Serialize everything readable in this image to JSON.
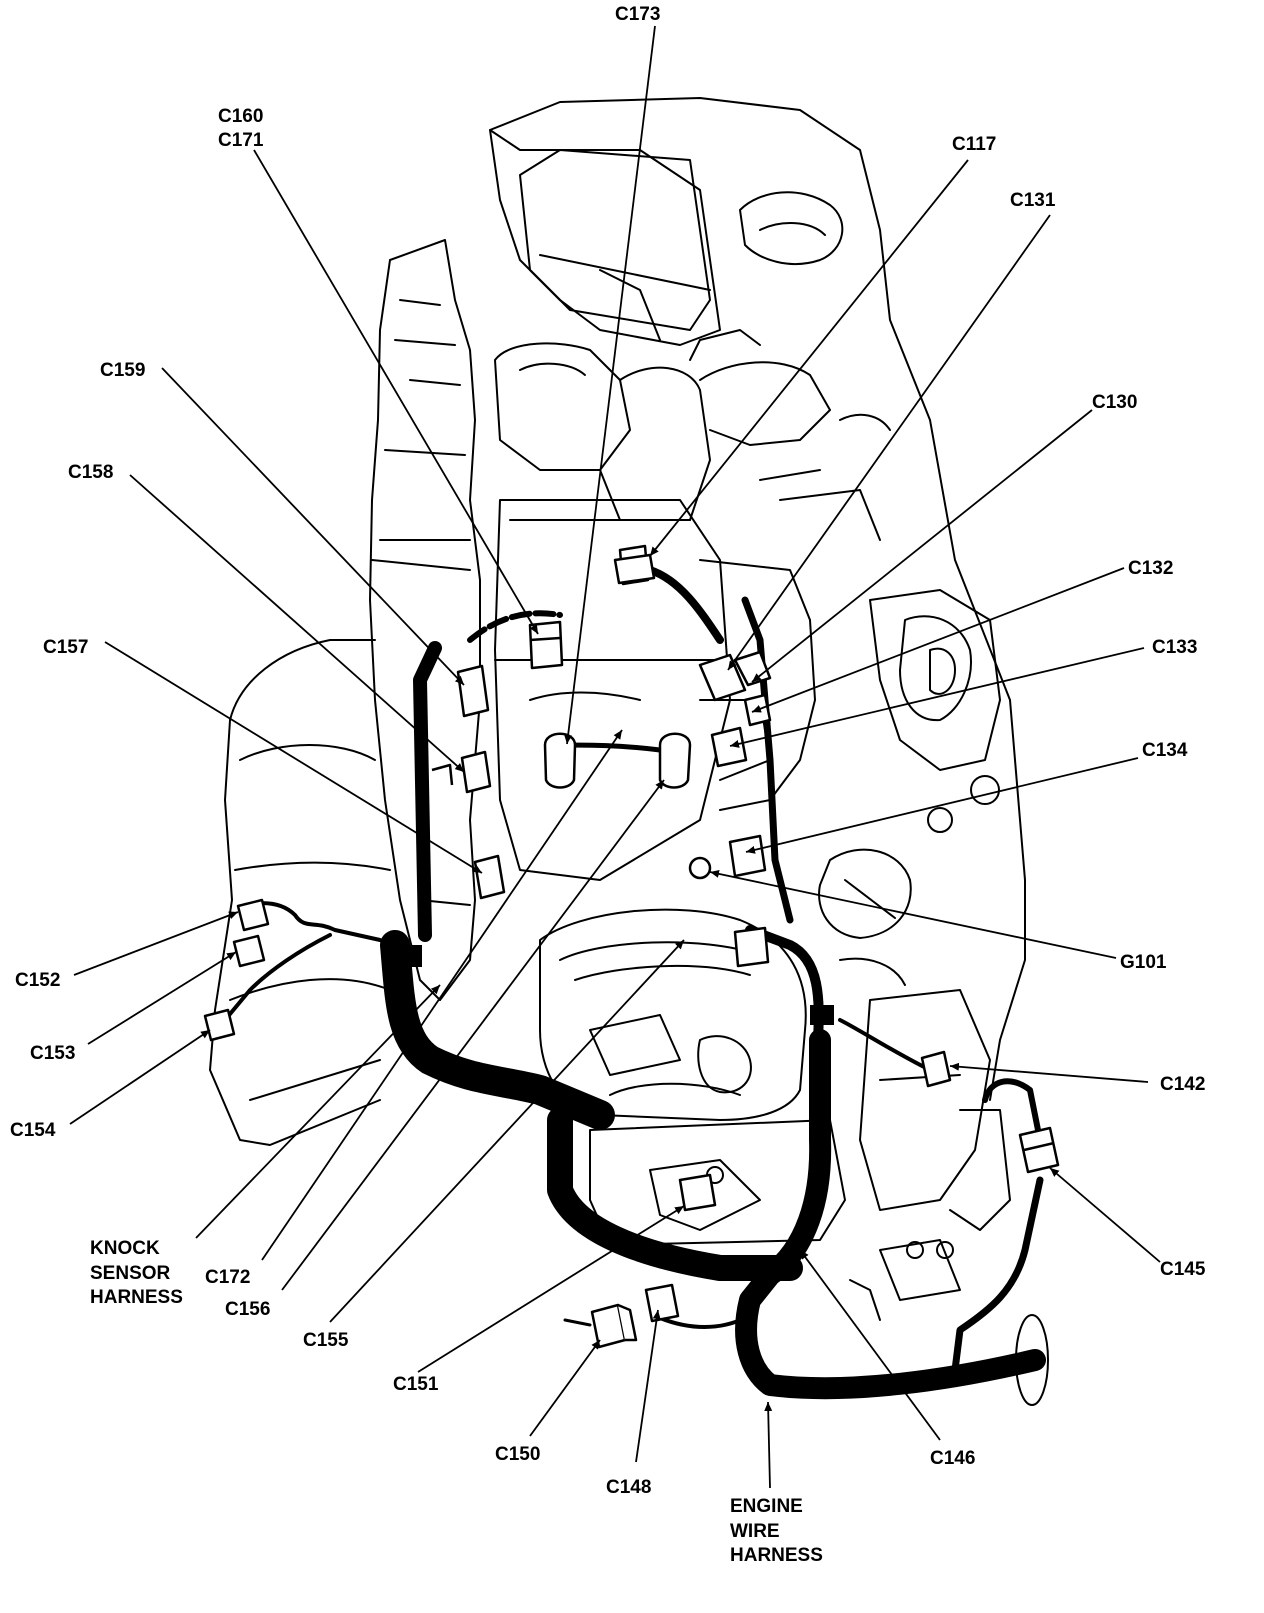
{
  "labels": {
    "c173": "C173",
    "c160_top": "C160",
    "c171": "C171",
    "c117": "C117",
    "c131": "C131",
    "c159": "C159",
    "c130": "C130",
    "c158": "C158",
    "c132": "C132",
    "c157": "C157",
    "c133": "C133",
    "c134": "C134",
    "c152": "C152",
    "g101": "G101",
    "c153": "C153",
    "c142": "C142",
    "c154": "C154",
    "knock_1": "KNOCK",
    "knock_2": "SENSOR",
    "knock_3": "HARNESS",
    "c172": "C172",
    "c145": "C145",
    "c156": "C156",
    "c155": "C155",
    "c151": "C151",
    "c150": "C150",
    "c146": "C146",
    "c148": "C148",
    "engine_1": "ENGINE",
    "engine_2": "WIRE",
    "engine_3": "HARNESS"
  }
}
